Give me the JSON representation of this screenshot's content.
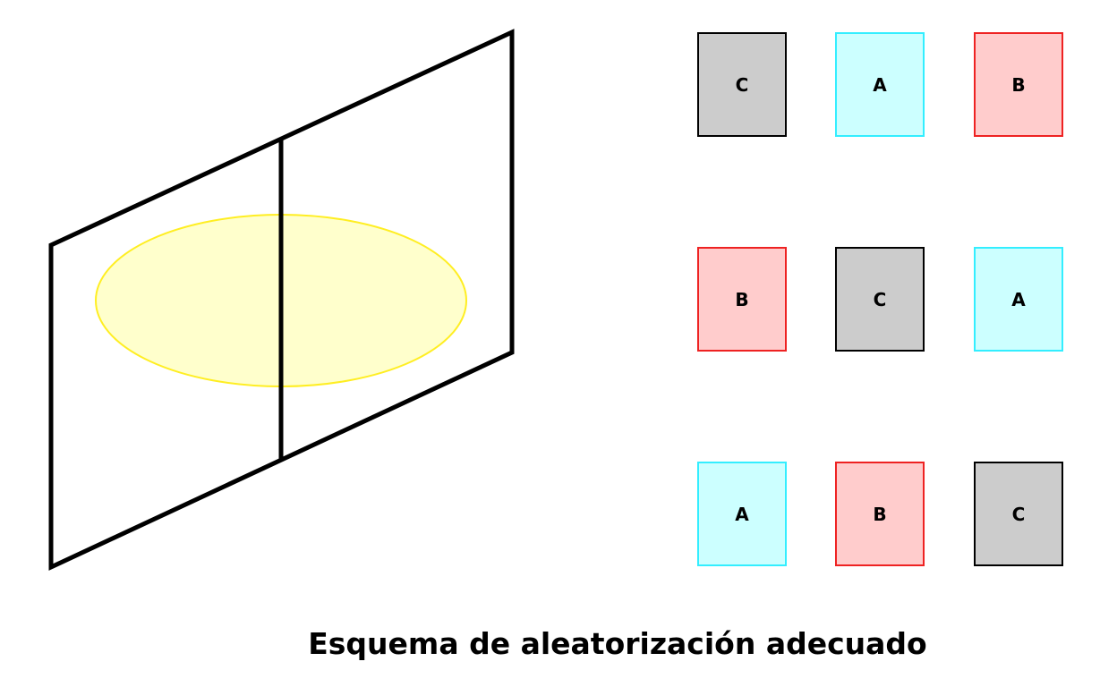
{
  "colors": {
    "A": {
      "fill": "#ccffff",
      "border": "#33eeff"
    },
    "B": {
      "fill": "#ffcccc",
      "border": "#ee2222"
    },
    "C": {
      "fill": "#cccccc",
      "border": "#000000"
    },
    "ellipse_fill": "#ffffcc",
    "ellipse_stroke": "#ffee22",
    "field_stroke": "#000000"
  },
  "grid": [
    [
      "C",
      "A",
      "B"
    ],
    [
      "B",
      "C",
      "A"
    ],
    [
      "A",
      "B",
      "C"
    ]
  ],
  "caption": "Esquema de aleatorización adecuado"
}
